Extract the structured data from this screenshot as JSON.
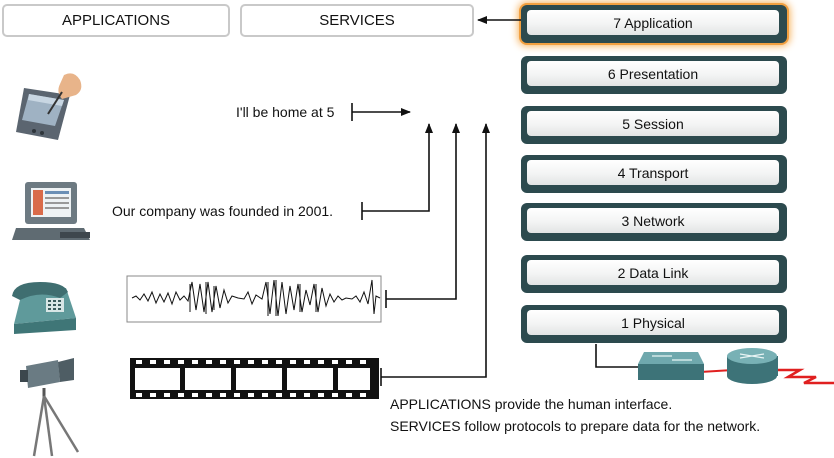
{
  "header": {
    "applications_label": "APPLICATIONS",
    "services_label": "SERVICES"
  },
  "osi_layers": [
    {
      "label": "7 Application",
      "highlighted": true
    },
    {
      "label": "6 Presentation",
      "highlighted": false
    },
    {
      "label": "5 Session",
      "highlighted": false
    },
    {
      "label": "4 Transport",
      "highlighted": false
    },
    {
      "label": "3 Network",
      "highlighted": false
    },
    {
      "label": "2 Data Link",
      "highlighted": false
    },
    {
      "label": "1 Physical",
      "highlighted": false
    }
  ],
  "messages": {
    "pda_text": "I'll be home at 5",
    "computer_text": "Our company was founded in 2001."
  },
  "captions": {
    "line1": "APPLICATIONS provide the human interface.",
    "line2": "SERVICES follow protocols to prepare data for the network."
  },
  "colors": {
    "layer_frame": "#2c4a4e",
    "highlight": "#f2a040",
    "link": "#e02020",
    "device": "#4a8a8e"
  },
  "icons": [
    "pda-icon",
    "computer-icon",
    "telephone-icon",
    "video-camera-icon",
    "switch-icon",
    "router-icon"
  ]
}
